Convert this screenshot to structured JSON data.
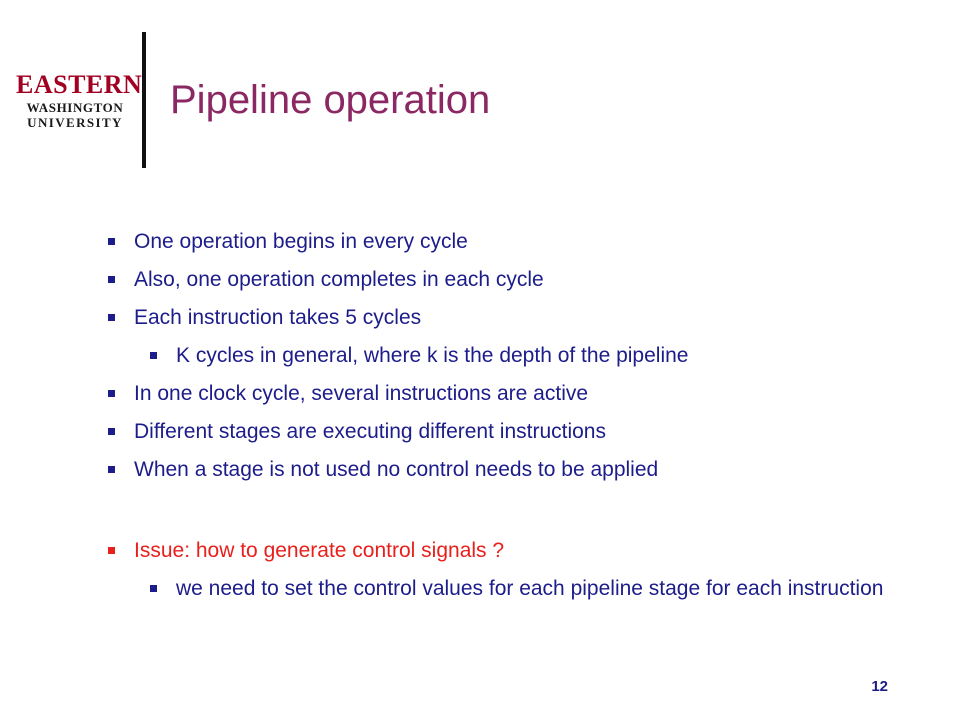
{
  "logo": {
    "line1": "EASTERN",
    "line2": "WASHINGTON",
    "line3": "UNIVERSITY"
  },
  "slide": {
    "title": "Pipeline operation",
    "bullets": [
      "One operation begins in every cycle",
      "Also, one operation completes in each cycle",
      "Each instruction takes 5 cycles",
      "K cycles in general, where k is the depth of the pipeline",
      "In one clock cycle, several instructions are active",
      "Different stages are executing different instructions",
      "When a stage is not used no control needs to be applied",
      "Issue: how to generate control signals ?",
      "we need to set the control values for each pipeline stage for each instruction"
    ],
    "page_number": "12"
  },
  "colors": {
    "title": "#8b2763",
    "body_text": "#1c1c8a",
    "issue_text": "#e8201c",
    "logo_red": "#a10022"
  }
}
